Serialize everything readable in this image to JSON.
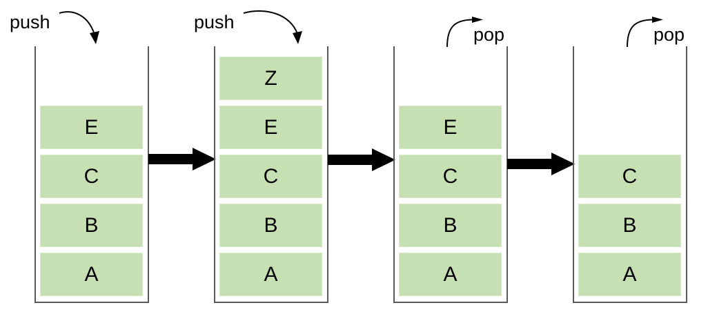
{
  "diagram": {
    "description": "stack push/pop sequence",
    "stages": [
      {
        "op_label": "push",
        "items": [
          "E",
          "C",
          "B",
          "A"
        ]
      },
      {
        "op_label": "push",
        "items": [
          "Z",
          "E",
          "C",
          "B",
          "A"
        ]
      },
      {
        "op_label": "pop",
        "items": [
          "E",
          "C",
          "B",
          "A"
        ]
      },
      {
        "op_label": "pop",
        "items": [
          "C",
          "B",
          "A"
        ]
      }
    ],
    "colors": {
      "box_fill": "#c6e0b4",
      "box_border": "#d9e9cb",
      "container_stroke": "#595959",
      "arrow": "#000000",
      "text": "#000000",
      "background": "#ffffff"
    }
  }
}
